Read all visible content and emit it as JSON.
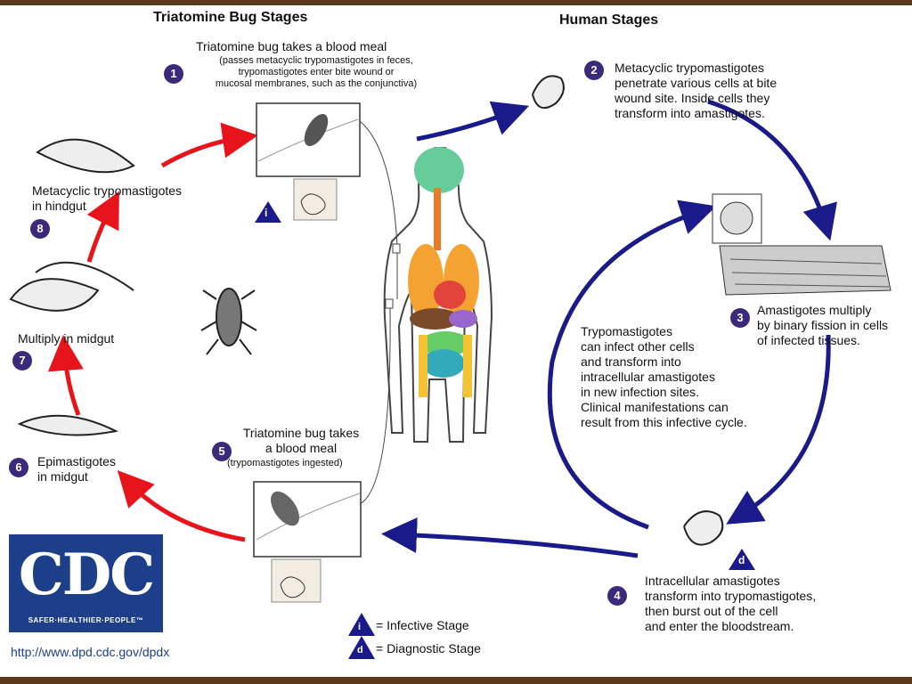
{
  "headers": {
    "bug": "Triatomine Bug Stages",
    "human": "Human Stages"
  },
  "steps": {
    "s1": {
      "num": "1",
      "title": "Triatomine bug takes a blood meal",
      "detail": [
        "(passes metacyclic trypomastigotes in feces,",
        "trypomastigotes enter bite wound or",
        "mucosal membranes, such as the conjunctiva)"
      ]
    },
    "s2": {
      "num": "2",
      "lines": [
        "Metacyclic trypomastigotes",
        "penetrate various cells at bite",
        "wound site.  Inside cells they",
        "transform into amastigotes."
      ]
    },
    "s3": {
      "num": "3",
      "lines": [
        "Amastigotes multiply",
        "by binary fission in cells",
        "of infected tissues."
      ]
    },
    "s4": {
      "num": "4",
      "lines": [
        "Intracellular amastigotes",
        "transform into trypomastigotes,",
        "then burst out of the cell",
        "and enter the bloodstream."
      ]
    },
    "s5": {
      "num": "5",
      "lines": [
        "Triatomine bug takes",
        "a blood meal"
      ],
      "detail": "(trypomastigotes ingested)"
    },
    "s6": {
      "num": "6",
      "lines": [
        "Epimastigotes",
        "in midgut"
      ]
    },
    "s7": {
      "num": "7",
      "lines": [
        "Multiply in midgut"
      ]
    },
    "s8": {
      "num": "8",
      "lines": [
        "Metacyclic trypomastigotes",
        "in hindgut"
      ]
    }
  },
  "center_text": [
    "Trypomastigotes",
    "can infect other cells",
    "and transform into",
    "intracellular amastigotes",
    "in new infection sites.",
    "Clinical manifestations can",
    "result from this infective cycle."
  ],
  "legend": {
    "infective_symbol": "i",
    "infective": "= Infective Stage",
    "diagnostic_symbol": "d",
    "diagnostic": "= Diagnostic Stage"
  },
  "logo": {
    "text": "CDC",
    "tagline": "SAFER·HEALTHIER·PEOPLE™"
  },
  "url": "http://www.dpd.cdc.gov/dpdx",
  "colors": {
    "blue_arrow": "#1a1a8a",
    "red_arrow": "#e8141c",
    "badge": "#3b2a7a",
    "cdc_blue": "#1d3f8a"
  }
}
